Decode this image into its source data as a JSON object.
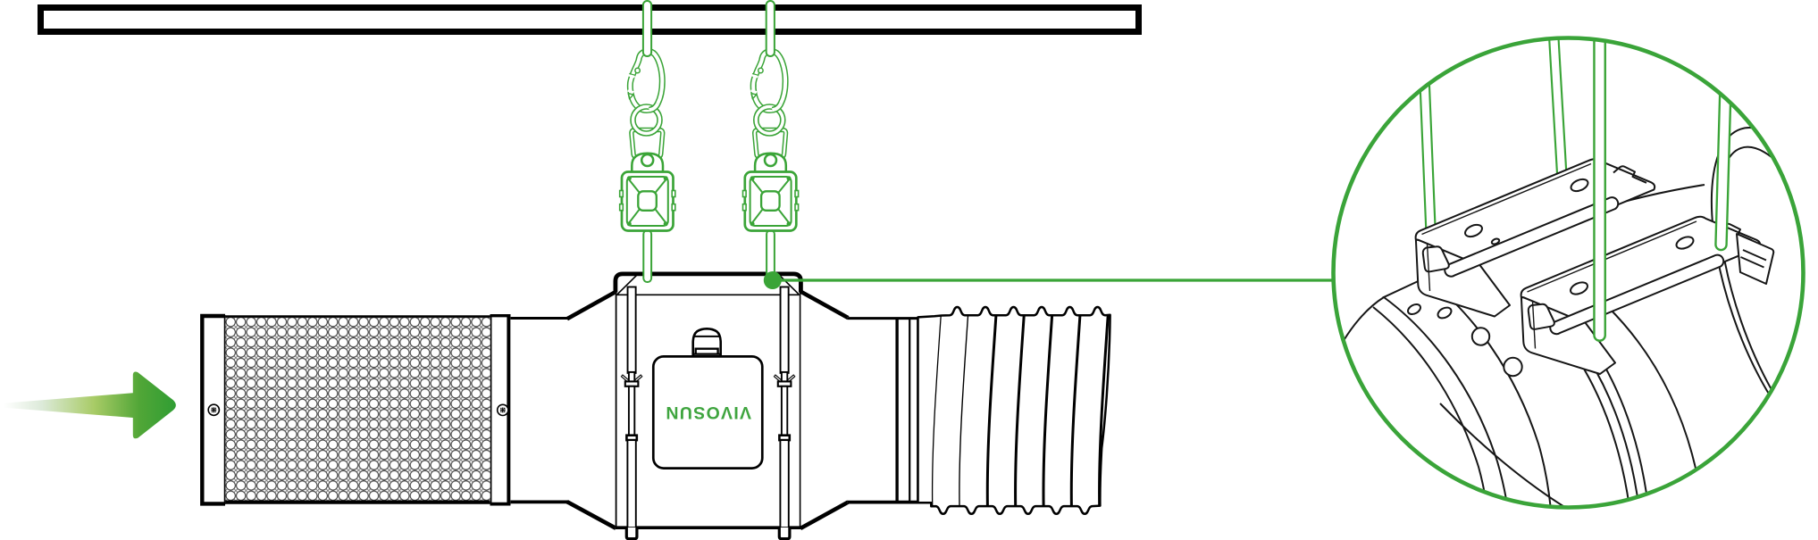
{
  "diagram": {
    "type": "product-installation-line-art",
    "subject": "Inline duct fan hung from a mounting bar with rope ratchet hangers, carbon filter and flexible duct",
    "brand": {
      "logo_text": "VIVOSUN",
      "logo_orientation_deg": 180
    },
    "colors": {
      "accent_green": "#3aa437",
      "logo_green": "#3fa53f",
      "line_black": "#000000",
      "background": "#ffffff",
      "arrow_gradient": [
        "#ffffff",
        "#dcead9",
        "#a8cb66",
        "#51a637",
        "#2e9d33"
      ]
    },
    "components": [
      {
        "id": "mounting-bar",
        "label": "Ceiling mounting bar"
      },
      {
        "id": "rope-hanger-left",
        "label": "Rope ratchet hanger with carabiner"
      },
      {
        "id": "rope-hanger-right",
        "label": "Rope ratchet hanger with carabiner"
      },
      {
        "id": "airflow-arrow",
        "label": "Airflow direction arrow (pointing right)"
      },
      {
        "id": "carbon-filter",
        "label": "Carbon filter with mesh body and end caps"
      },
      {
        "id": "inline-duct-fan",
        "label": "Inline duct fan with junction box and straps"
      },
      {
        "id": "flexible-duct",
        "label": "Corrugated flexible duct"
      },
      {
        "id": "callout",
        "label": "Callout line from fan bracket to magnified view"
      },
      {
        "id": "detail-view",
        "label": "Magnified circle: mounting brackets with rope loops"
      }
    ]
  }
}
